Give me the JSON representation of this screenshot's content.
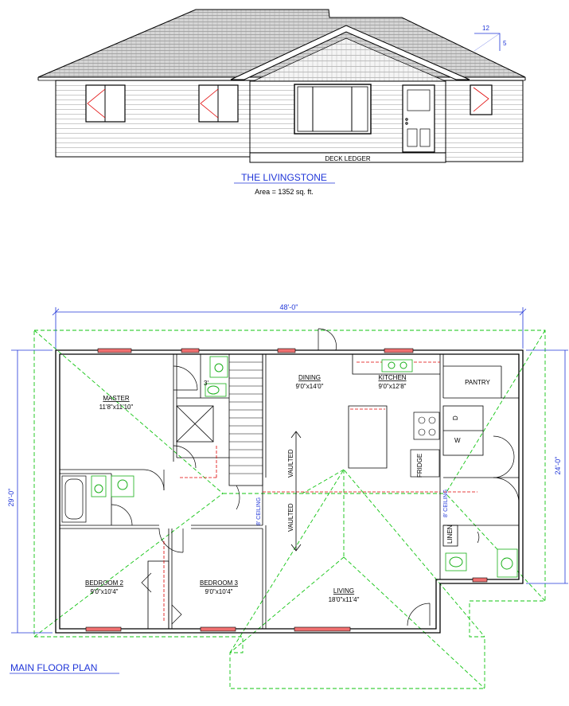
{
  "elevation": {
    "pitch_run": "12",
    "pitch_rise": "5",
    "deck_label": "DECK LEDGER"
  },
  "title": {
    "name": "THE LIVINGSTONE",
    "area": "Area = 1352 sq. ft."
  },
  "dimensions": {
    "overall_width": "48'-0\"",
    "left_depth": "29'-0\"",
    "right_depth": "24'-0\""
  },
  "rooms": {
    "master": {
      "name": "MASTER",
      "size": "11'8\"x11'10\""
    },
    "dining": {
      "name": "DINING",
      "size": "9'0\"x14'0\""
    },
    "kitchen": {
      "name": "KITCHEN",
      "size": "9'0\"x12'8\""
    },
    "pantry": {
      "name": "PANTRY"
    },
    "bedroom2": {
      "name": "BEDROOM 2",
      "size": "9'0\"x10'4\""
    },
    "bedroom3": {
      "name": "BEDROOM 3",
      "size": "9'0\"x10'4\""
    },
    "living": {
      "name": "LIVING",
      "size": "18'0\"x11'4\""
    }
  },
  "notes": {
    "vaulted_upper": "VAULTED",
    "vaulted_lower": "VAULTED",
    "ceiling_left": "8' CEILING",
    "ceiling_right": "8' CEILING",
    "shower_height": "3'",
    "fridge": "FRIDGE",
    "linen": "LINEN",
    "washer": "W",
    "dryer": "D"
  },
  "floor_plan_label": "MAIN FLOOR PLAN"
}
